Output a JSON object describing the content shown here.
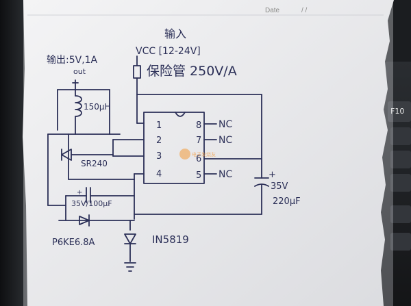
{
  "header": {
    "date_label": "Date",
    "date_slashes": "/        /"
  },
  "keyboard": {
    "key_label": "F10"
  },
  "watermark": {
    "text": "电子发烧友"
  },
  "annotations": {
    "input_label": "输入",
    "vcc_label": "VCC [12-24V]",
    "output_label": "输出:5V,1A",
    "output_sub": "out",
    "fuse_label": "保险管 250V/A",
    "inductor_label": "150μH",
    "diode_label": "SR240",
    "cap_small_label": "35V/100μF",
    "cap_big_voltage": "35V",
    "cap_big_capacity": "220μF",
    "cap_plus": "+",
    "tvs_label": "P6KE6.8A",
    "diode2_label": "IN5819"
  },
  "ic": {
    "pins_left": [
      "1",
      "2",
      "3",
      "4"
    ],
    "pins_right": [
      "8",
      "7",
      "6",
      "5"
    ],
    "nc_label": "NC"
  }
}
